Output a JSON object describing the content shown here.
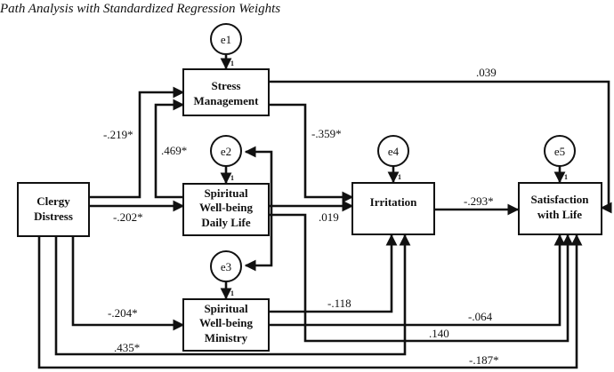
{
  "title": "Path Analysis with Standardized Regression Weights",
  "nodes": {
    "clergy": [
      "Clergy",
      "Distress"
    ],
    "stress": [
      "Stress",
      "Management"
    ],
    "swb_daily": [
      "Spiritual",
      "Well-being",
      "Daily Life"
    ],
    "swb_ministry": [
      "Spiritual",
      "Well-being",
      "Ministry"
    ],
    "irritation": [
      "Irritation"
    ],
    "satisfaction": [
      "Satisfaction",
      "with Life"
    ]
  },
  "errors": {
    "e1": "e1",
    "e2": "e2",
    "e3": "e3",
    "e4": "e4",
    "e5": "e5",
    "fixed_loading": "1"
  },
  "paths": {
    "clergy_stress": "-.219*",
    "clergy_swb_daily": "-.202*",
    "clergy_swb_ministry": "-.204*",
    "clergy_irritation": ".435*",
    "clergy_satisfaction": "-.187*",
    "swb_daily_stress": ".469*",
    "stress_irritation": "-.359*",
    "stress_satisfaction": ".039",
    "swb_daily_irritation": ".019",
    "swb_daily_satisfaction": ".140",
    "swb_ministry_irritation": "-.118",
    "swb_ministry_satisfaction": "-.064",
    "irritation_satisfaction": "-.293*"
  }
}
